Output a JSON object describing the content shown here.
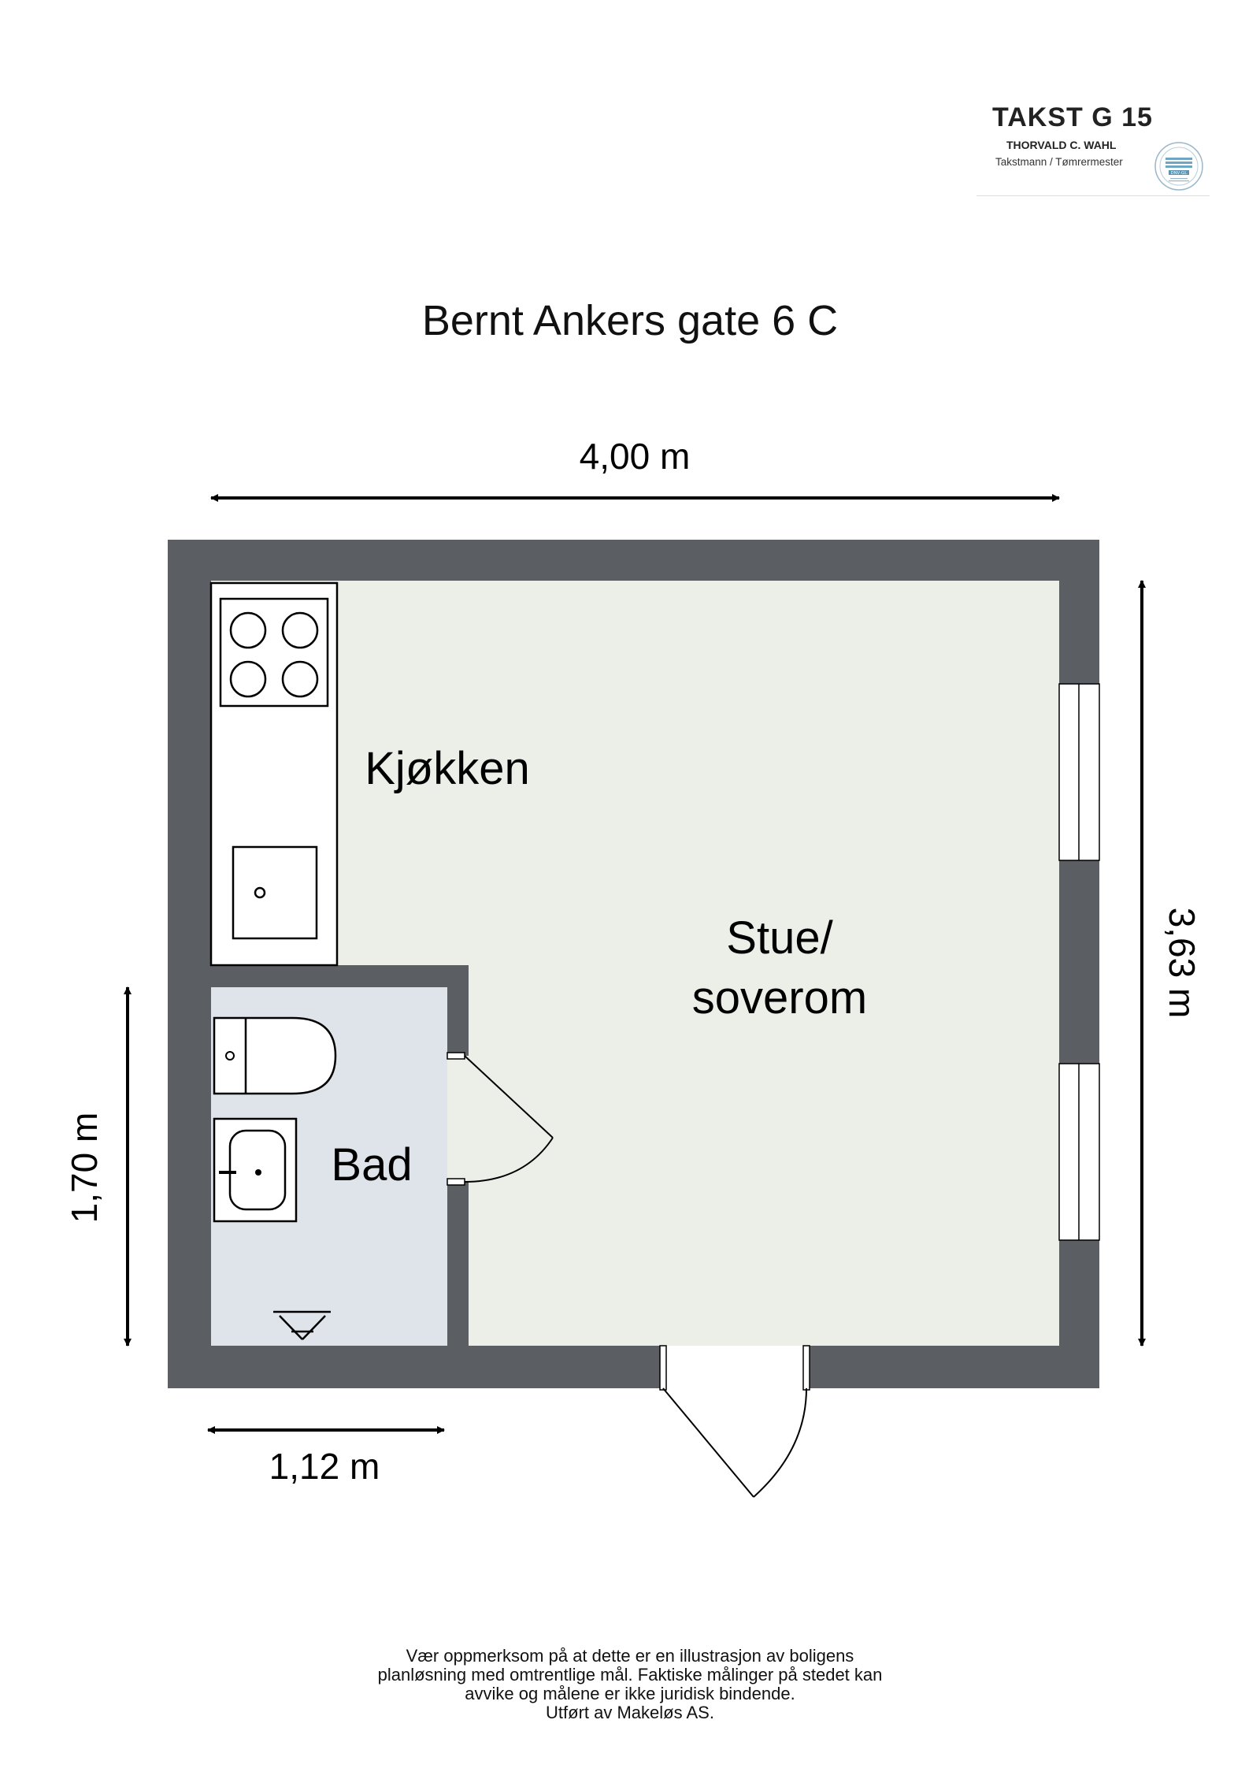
{
  "logo": {
    "title": "TAKST G 15",
    "name": "THORVALD C. WAHL",
    "role": "Takstmann / Tømrermester",
    "seal_text": "DNV·GL"
  },
  "title": "Bernt Ankers gate 6 C",
  "dimensions": {
    "width_total": "4,00 m",
    "height_total": "3,63 m",
    "bath_height": "1,70 m",
    "bath_width": "1,12 m"
  },
  "rooms": {
    "kitchen": "Kjøkken",
    "living_line1": "Stue/",
    "living_line2": "soverom",
    "bath": "Bad"
  },
  "disclaimer": {
    "line1": "Vær oppmerksom på at dette er en illustrasjon av boligens",
    "line2": "planløsning med omtrentlige mål. Faktiske målinger på stedet kan",
    "line3": "avvike og målene er ikke juridisk bindende.",
    "line4": "Utført av Makeløs AS."
  },
  "colors": {
    "wall": "#5b5e63",
    "floor_main": "#eceee8",
    "floor_bath": "#dfe3ea"
  }
}
